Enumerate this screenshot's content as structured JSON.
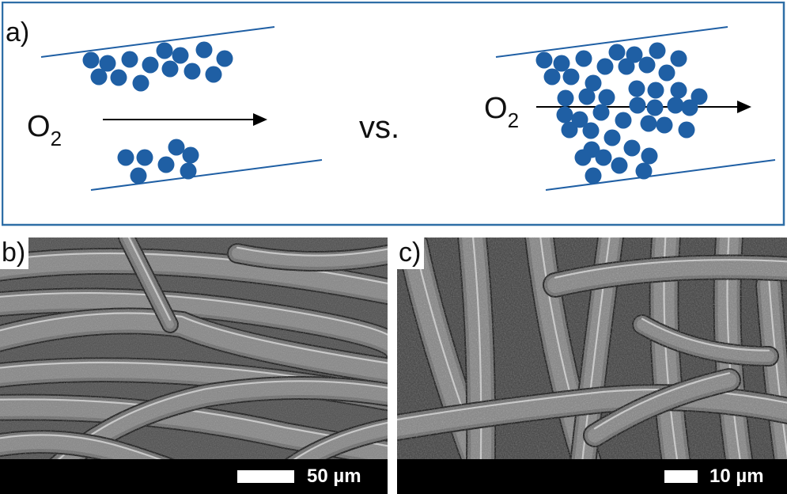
{
  "panel_a": {
    "label": "a)",
    "gas_left": "O",
    "gas_left_sub": "2",
    "gas_right": "O",
    "gas_right_sub": "2",
    "comparison": "vs.",
    "frame_color": "#2e6ea6",
    "particle_color": "#1f5fa4"
  },
  "panel_b": {
    "label": "b)",
    "scale_label": "50 µm",
    "content": "SEM micrograph of fibrous network"
  },
  "panel_c": {
    "label": "c)",
    "scale_label": "10 µm",
    "content": "SEM micrograph of fibrous network"
  }
}
